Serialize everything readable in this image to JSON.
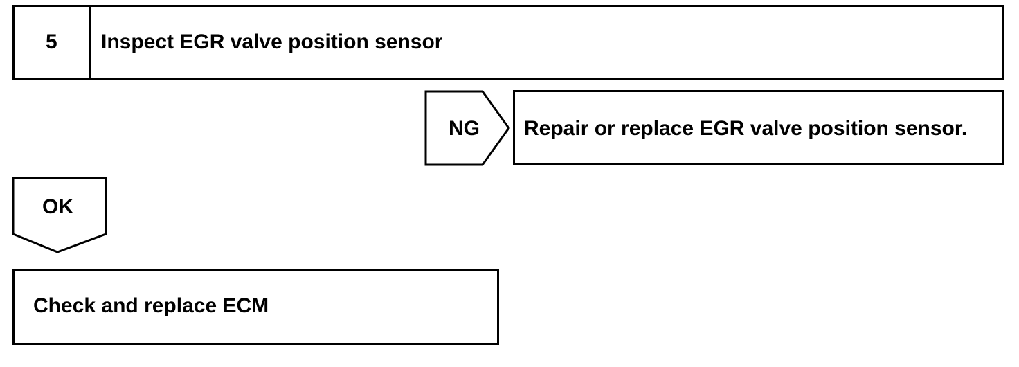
{
  "step": {
    "number": "5",
    "title": "Inspect EGR valve position sensor"
  },
  "ng_branch": {
    "label": "NG",
    "action": "Repair or replace EGR valve position sensor."
  },
  "ok_branch": {
    "label": "OK",
    "action": "Check and replace ECM"
  }
}
